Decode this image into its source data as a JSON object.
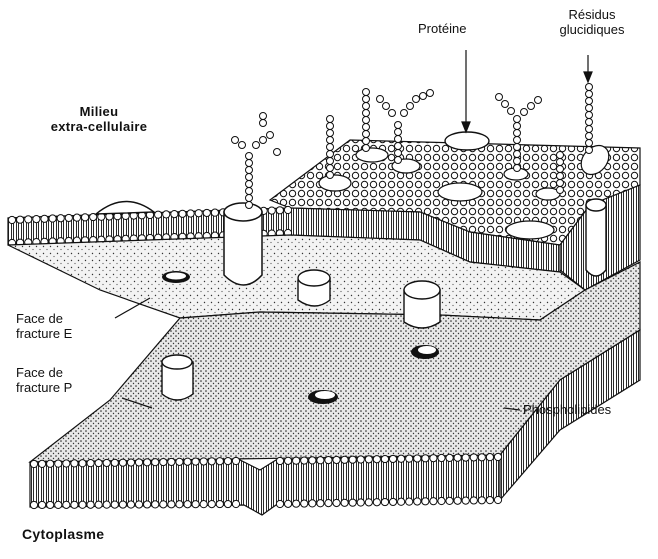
{
  "labels": {
    "milieu_line1": "Milieu",
    "milieu_line2": "extra-cellulaire",
    "cytoplasme": "Cytoplasme",
    "proteine": "Protéine",
    "residus_line1": "Résidus",
    "residus_line2": "glucidiques",
    "face_e_line1": "Face de",
    "face_e_line2": "fracture E",
    "face_p_line1": "Face de",
    "face_p_line2": "fracture P",
    "phospholipides": "Phospholipides"
  },
  "colors": {
    "ink": "#111111",
    "background": "#ffffff",
    "stipple": "#f2f2f2"
  }
}
